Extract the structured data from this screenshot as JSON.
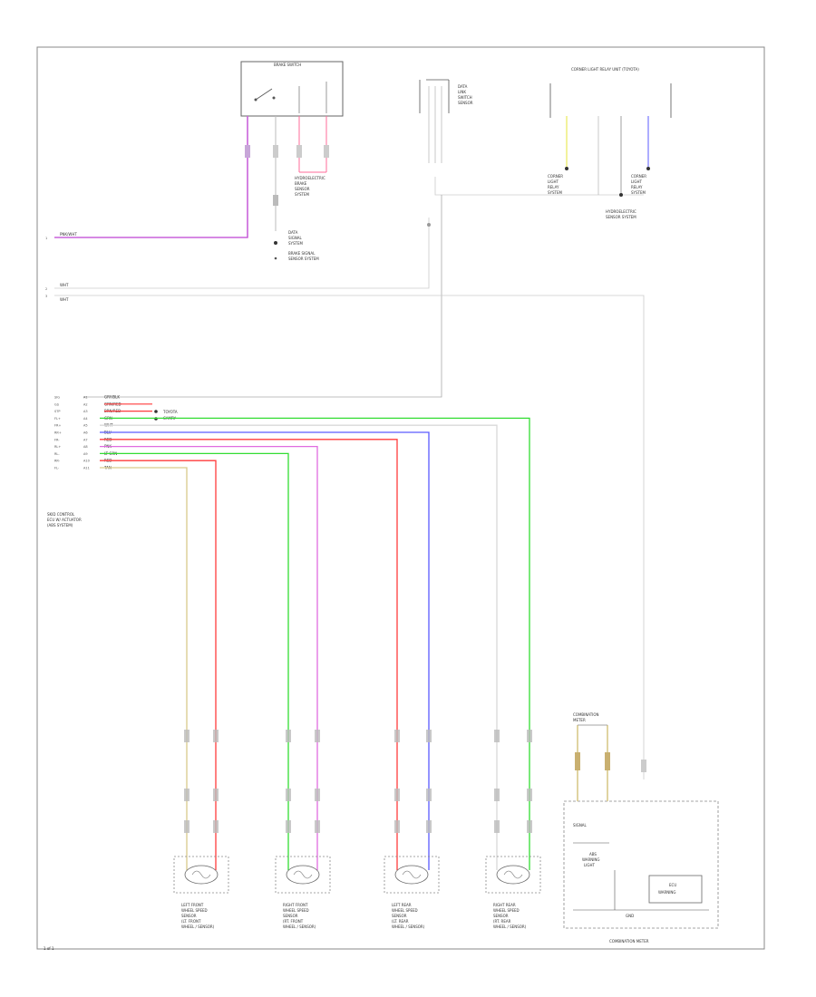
{
  "page_number": "1 of 1",
  "switches": {
    "brake_switch": {
      "title": "BRAKE SWITCH",
      "labels": [
        "HYDROELECTRIC",
        "BRAKE",
        "SENSOR",
        "SYSTEM"
      ]
    },
    "top_center": {
      "labels": [
        "DATA",
        "LINK",
        "SWITCH",
        "SENSOR"
      ]
    },
    "turn_switch": {
      "title": "CORNER LIGHT RELAY UNIT (TOYOTA)",
      "labels_left": [
        "CORNER",
        "LIGHT",
        "RELAY",
        "SYSTEM"
      ],
      "labels_mid": [
        "HYDROELECTRIC",
        "SENSOR SYSTEM"
      ],
      "labels_right": [
        "CORNER",
        "LIGHT",
        "RELAY",
        "SYSTEM"
      ]
    }
  },
  "left_inputs": [
    {
      "pin": "1",
      "wire": "PNK/WHT"
    },
    {
      "pin": "2",
      "wire": "WHT"
    },
    {
      "pin": "3",
      "wire": "WHT"
    }
  ],
  "note_near_switch": [
    "DATA",
    "SIGNAL",
    "SYSTEM",
    "BRAKE SIGNAL",
    "SENSOR SYSTEM"
  ],
  "module": {
    "name_lines": [
      "SKID CONTROL",
      "ECU W/ ACTUATOR",
      "(ABS SYSTEM)"
    ],
    "pins": [
      {
        "pin": "A1",
        "wire": "GRY/BLK"
      },
      {
        "pin": "A2",
        "wire": "GRN/RED"
      },
      {
        "pin": "A3",
        "wire": "BRN/RED"
      },
      {
        "pin": "A4",
        "wire": "GRN"
      },
      {
        "pin": "A5",
        "wire": "WHT"
      },
      {
        "pin": "A6",
        "wire": "BLU"
      },
      {
        "pin": "A7",
        "wire": "RED"
      },
      {
        "pin": "A8",
        "wire": "PNK"
      },
      {
        "pin": "A9",
        "wire": "LT GRN"
      },
      {
        "pin": "A10",
        "wire": "RED"
      },
      {
        "pin": "A11",
        "wire": "TAN"
      }
    ],
    "pin_codes": [
      "SIG",
      "GS",
      "STP",
      "FL+",
      "FR+",
      "RR+",
      "FR-",
      "RL+",
      "RL-",
      "RR-",
      "FL-"
    ],
    "note": [
      "TOYOTA",
      "CAMRY"
    ]
  },
  "sensors": [
    {
      "name": [
        "LEFT FRONT",
        "WHEEL SPEED",
        "SENSOR",
        "(LT. FRONT",
        "WHEEL / SENSOR)"
      ]
    },
    {
      "name": [
        "RIGHT FRONT",
        "WHEEL SPEED",
        "SENSOR",
        "(RT. FRONT",
        "WHEEL / SENSOR)"
      ]
    },
    {
      "name": [
        "LEFT REAR",
        "WHEEL SPEED",
        "SENSOR",
        "(LT. REAR",
        "WHEEL / SENSOR)"
      ]
    },
    {
      "name": [
        "RIGHT REAR",
        "WHEEL SPEED",
        "SENSOR",
        "(RT. REAR",
        "WHEEL / SENSOR)"
      ]
    }
  ],
  "combination_meter": {
    "title": "COMBINATION METER",
    "labels": [
      "SIGNAL",
      "ABS",
      "WARNING",
      "LIGHT",
      "ECU",
      "WARNING",
      "GND"
    ],
    "top_label": [
      "COMBINATION",
      "METER"
    ]
  },
  "colors": {
    "pink": "#e06ce0",
    "purple": "#9a4fd0",
    "white": "#d9d9d9",
    "gray": "#999999",
    "red": "#ff3b3b",
    "green": "#33dd33",
    "blue": "#5b5bff",
    "tan": "#d9c98a",
    "yellow": "#e8e85a",
    "ltgreen": "#88ee88"
  }
}
